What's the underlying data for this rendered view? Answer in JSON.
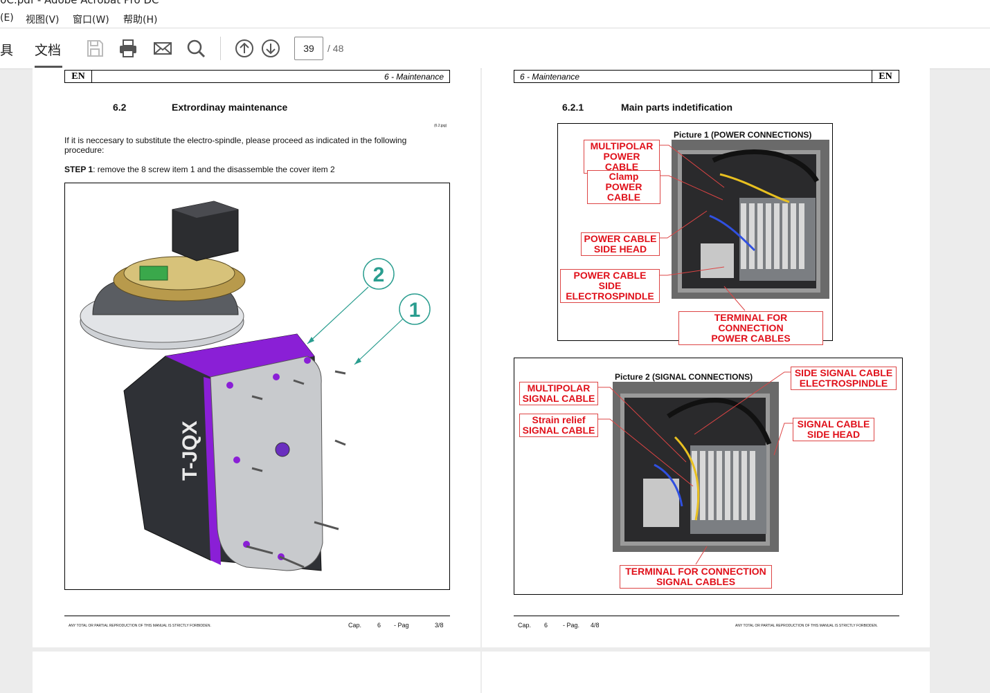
{
  "window": {
    "title": "0C.pdf - Adobe Acrobat Pro DC"
  },
  "menu": {
    "items": [
      "(E)",
      "视图(V)",
      "窗口(W)",
      "帮助(H)"
    ]
  },
  "toolbar": {
    "tabs": {
      "tools": "具",
      "document": "文档"
    },
    "page_current": "39",
    "page_total": "/ 48",
    "icons": [
      "save-icon",
      "print-icon",
      "email-icon",
      "search-icon",
      "page-up-icon",
      "page-down-icon"
    ]
  },
  "page_left": {
    "lang": "EN",
    "section_header": "6  -  Maintenance",
    "section_num": "6.2",
    "section_title": "Extrordinay maintenance",
    "tiny_ref": "(6.2.jpg)",
    "intro": "If it is neccesary to substitute the electro-spindle, please proceed as indicated in the following procedure:",
    "step_label": "STEP 1",
    "step_text": ": remove the 8 screw item 1 and the disassemble the cover item 2",
    "callout_1": "1",
    "callout_2": "2",
    "product_text": "T-JQX",
    "footer": {
      "notice": "ANY TOTAL OR PARTIAL REPRODUCTION OF THIS MANUAL IS STRICTLY FORBIDDEN.",
      "cap": "Cap.",
      "cap_num": "6",
      "pag": "- Pag",
      "pag_num": "3/8"
    }
  },
  "page_right": {
    "lang": "EN",
    "section_header": "6  -  Maintenance",
    "section_num": "6.2.1",
    "section_title": "Main parts indetification",
    "picture1": {
      "caption": "Picture 1  (POWER CONNECTIONS)",
      "labels": [
        "MULTIPOLAR\nPOWER CABLE",
        "Clamp POWER\nCABLE",
        "POWER CABLE\nSIDE HEAD",
        "POWER CABLE SIDE\nELECTROSPINDLE",
        "TERMINAL FOR CONNECTION\nPOWER CABLES"
      ]
    },
    "picture2": {
      "caption": "Picture 2  (SIGNAL CONNECTIONS)",
      "labels": [
        "MULTIPOLAR\nSIGNAL CABLE",
        "Strain relief\nSIGNAL CABLE",
        "SIDE SIGNAL CABLE\nELECTROSPINDLE",
        "SIGNAL CABLE\nSIDE HEAD",
        "TERMINAL FOR CONNECTION\nSIGNAL CABLES"
      ]
    },
    "footer": {
      "notice": "ANY TOTAL OR PARTIAL REPRODUCTION OF THIS MANUAL IS STRICTLY FORBIDDEN.",
      "cap": "Cap.",
      "cap_num": "6",
      "pag": "- Pag.",
      "pag_num": "4/8"
    }
  },
  "colors": {
    "label_red": "#e0101a",
    "callout_teal": "#2a9d8f",
    "cover_purple": "#8a1fd6"
  }
}
